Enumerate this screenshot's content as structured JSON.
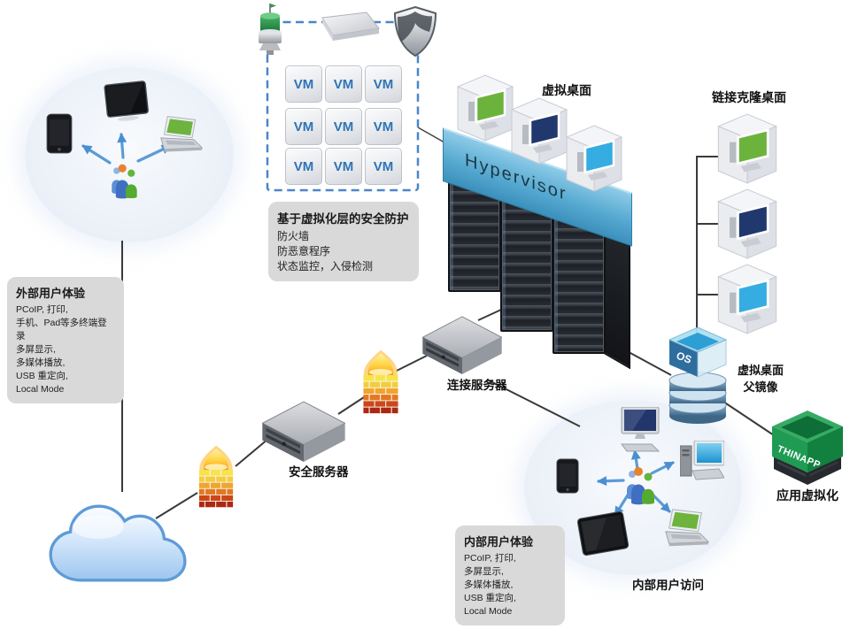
{
  "colors": {
    "screen_green": "#6cb33e",
    "screen_navy": "#20386e",
    "screen_cyan": "#35ace2",
    "hypervisor_blue": "#57aad1",
    "dashed_blue": "#4a86c8",
    "thinapp_green": "#23a257",
    "arrow_blue": "#5b9bd5",
    "note_gray": "#d9d9d9"
  },
  "vm_grid": {
    "label": "VM"
  },
  "labels": {
    "hypervisor": "Hypervisor",
    "virtual_desktop": "虚拟桌面",
    "linked_clone_desktop": "链接克隆桌面",
    "parent_image": [
      "虚拟桌面",
      "父镜像"
    ],
    "app_virtualization": "应用虚拟化",
    "thinapp": "THINAPP",
    "os": "OS",
    "connection_server": "连接服务器",
    "security_server": "安全服务器",
    "internal_user_access": "内部用户访问"
  },
  "virtualization_security_box": {
    "title": "基于虚拟化层的安全防护",
    "lines": [
      "防火墙",
      "防恶意程序",
      "状态监控，入侵检测"
    ]
  },
  "external_experience_box": {
    "title": "外部用户体验",
    "lines": [
      "PCoIP, 打印,",
      "手机、Pad等多终端登录",
      "多屏显示,",
      "多媒体播放,",
      "USB 重定向,",
      "Local Mode"
    ]
  },
  "internal_experience_box": {
    "title": "内部用户体验",
    "lines": [
      "PCoIP, 打印,",
      "多屏显示,",
      "多媒体播放,",
      "USB 重定向,",
      "Local Mode"
    ]
  }
}
